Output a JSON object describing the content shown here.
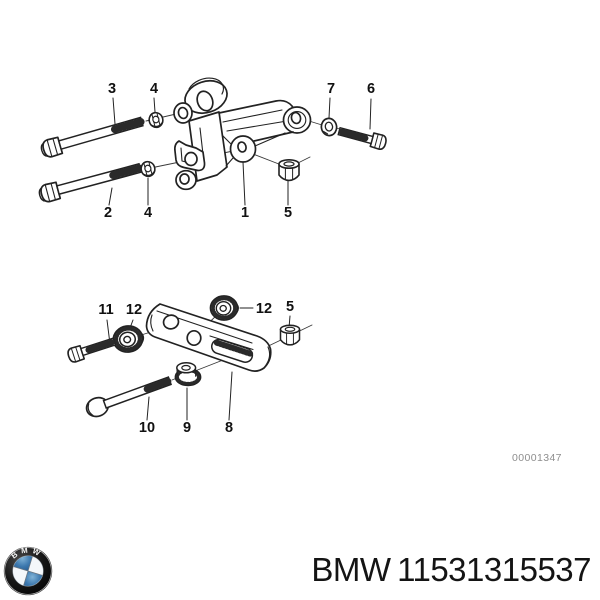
{
  "page": {
    "background": "#ffffff"
  },
  "watermark": {
    "code": "00001347",
    "color": "#8e8e8e"
  },
  "footer": {
    "brand": "BMW",
    "part_number": "11531315537",
    "logo": {
      "letters": "BMW",
      "ring_color": "#0b0b0b",
      "blue": "#3c78ae",
      "white": "#f4f7fa"
    }
  },
  "diagrams": {
    "top": {
      "description": "exploded view of timing belt tensioner bracket",
      "callouts": [
        {
          "label": "3"
        },
        {
          "label": "4"
        },
        {
          "label": "7"
        },
        {
          "label": "6"
        },
        {
          "label": "2"
        },
        {
          "label": "4"
        },
        {
          "label": "1"
        },
        {
          "label": "5"
        }
      ]
    },
    "bottom": {
      "description": "exploded view of adjusting slotted bar with rubber bushings",
      "callouts": [
        {
          "label": "11"
        },
        {
          "label": "12"
        },
        {
          "label": "12"
        },
        {
          "label": "5"
        },
        {
          "label": "10"
        },
        {
          "label": "9"
        },
        {
          "label": "8"
        }
      ]
    }
  }
}
